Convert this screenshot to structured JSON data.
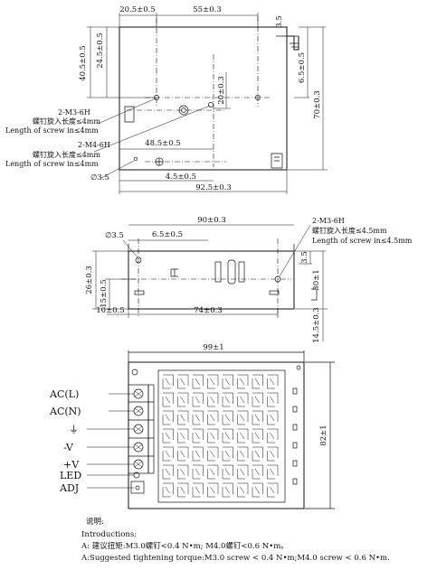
{
  "top_view": {
    "dim_20_5": "20.5±0.5",
    "dim_55": "55±0.3",
    "dim_3_5_top": "3.5",
    "dim_40_5": "40.5±0.5",
    "dim_24_5": "24.5±0.5",
    "dim_6_5": "6.5±0.5",
    "dim_20_right": "20±0.3",
    "dim_70": "70±0.3",
    "dim_48_5": "48.5±0.5",
    "dim_4_5": "4.5±0.5",
    "dim_92_5": "92.5±0.3",
    "dia_3_5": "∅3.5",
    "m3_label": "2-M3-6H",
    "m3_cn": "螺钉旋入长度≤4mm",
    "m3_en": "Length of screw in≤4mm",
    "m4_label": "2-M4-6H",
    "m4_cn": "螺钉旋入长度≤4mm",
    "m4_en": "Length of screw in≤4mm"
  },
  "side_view": {
    "dim_90": "90±0.3",
    "dia_3_5": "∅3.5",
    "dim_6_5": "6.5±0.5",
    "m3_label": "2-M3-6H",
    "m3_cn": "螺钉旋入长度≤4.5mm",
    "m3_en": "Length of screw in≤4.5mm",
    "dim_26": "26±0.3",
    "dim_15": "15±0.5",
    "dim_3_5": "3.5",
    "dim_30": "30±1",
    "dim_10": "10±0.5",
    "dim_74": "74±0.3",
    "dim_14_5": "14.5±0.3"
  },
  "front_view": {
    "dim_99": "99±1",
    "dim_82": "82±1",
    "terminals": [
      {
        "label": "AC(L)"
      },
      {
        "label": "AC(N)"
      },
      {
        "label": "⏚"
      },
      {
        "label": "-V"
      },
      {
        "label": "+V"
      }
    ],
    "led_label": "LED",
    "adj_label": "ADJ"
  },
  "notes": {
    "title": "说明:",
    "intro": "Introductions:",
    "line_cn": "A: 建议扭矩:M3.0螺钉<0.4 N•m; M4.0螺钉<0.6 N•m。",
    "line_en": "A:Suggested tightening torque:M3.0 screw < 0.4 N•m;M4.0 screw < 0.6 N•m."
  }
}
